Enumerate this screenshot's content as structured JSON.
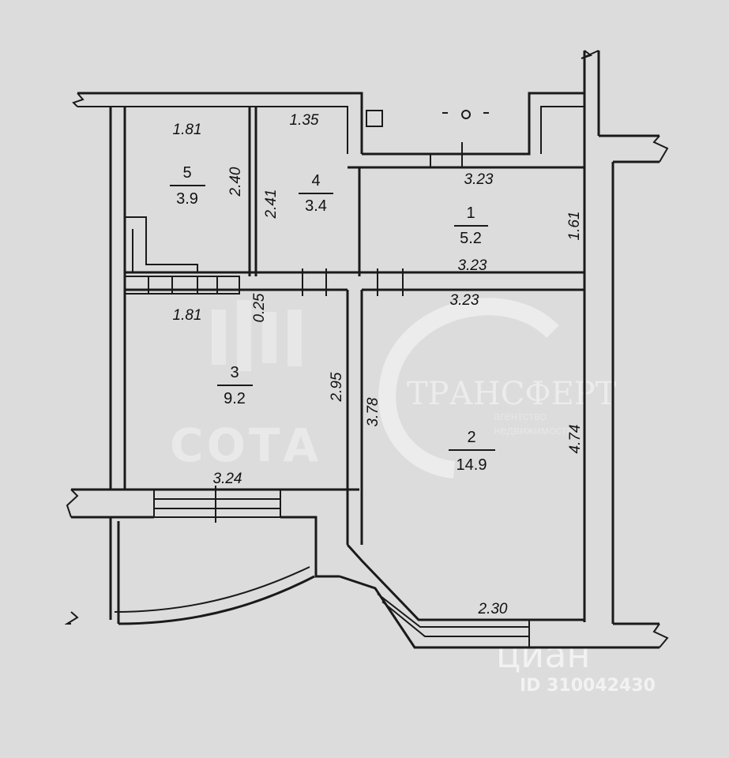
{
  "rooms": [
    {
      "number": "5",
      "area": "3.9"
    },
    {
      "number": "4",
      "area": "3.4"
    },
    {
      "number": "1",
      "area": "5.2"
    },
    {
      "number": "3",
      "area": "9.2"
    },
    {
      "number": "2",
      "area": "14.9"
    }
  ],
  "dimensions": {
    "room5_width_top": "1.81",
    "room5_height": "2.40",
    "room4_width_top": "1.35",
    "room4_height": "2.41",
    "room1_width_top": "3.23",
    "room1_width_bottom": "3.23",
    "room1_height": "1.61",
    "corridor_width": "3.23",
    "room3_width_top": "1.81",
    "room3_gap": "0.25",
    "room3_height": "2.95",
    "room3_width_bottom": "3.24",
    "room2_left_height": "3.78",
    "room2_right_height": "4.74",
    "room2_bottom": "2.30"
  },
  "watermarks": {
    "sota": "СОТА",
    "transfert": "ТРАНСФЕРТ",
    "agency_line1": "агентство",
    "agency_line2": "недвижимости",
    "cian": "циан",
    "cian_id": "ID 310042430"
  },
  "colors": {
    "background": "#dcdcdc",
    "lines": "#1a1a1a"
  }
}
